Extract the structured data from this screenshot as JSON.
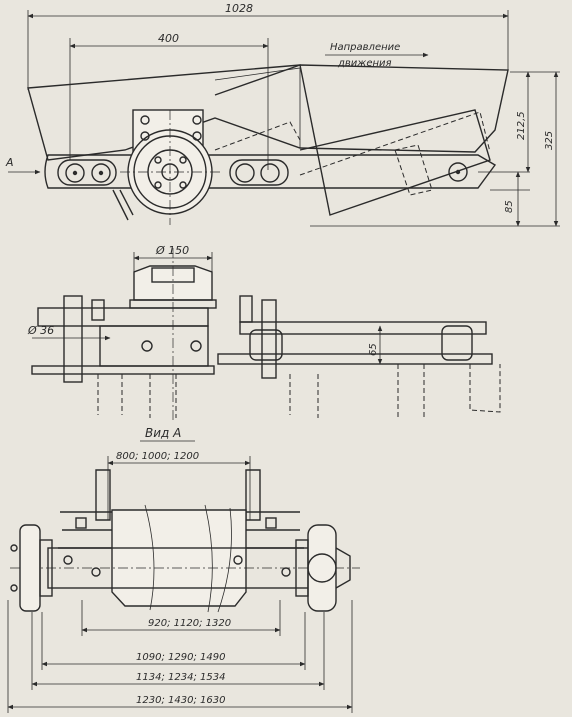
{
  "top_view": {
    "dim_total_length": "1028",
    "dim_pivot": "400",
    "direction_line1": "Направление",
    "direction_line2": "движения",
    "view_marker": "A",
    "dim_height_a": "212,5",
    "dim_height_b": "325",
    "dim_bottom": "85"
  },
  "middle_view": {
    "dim_diameter": "Ø 150",
    "dim_shaft": "Ø 36",
    "dim_gap": "65"
  },
  "bottom_view": {
    "title": "Вид А",
    "dim_width": "800; 1000; 1200",
    "dim_row1": "920; 1120; 1320",
    "dim_row2": "1090; 1290; 1490",
    "dim_row3": "1134; 1234; 1534",
    "dim_row4": "1230; 1430; 1630"
  }
}
